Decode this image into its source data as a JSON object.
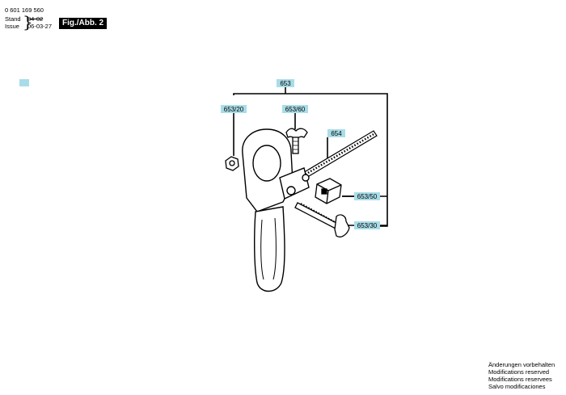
{
  "header": {
    "doc_number": "0 601 169 560",
    "stand_label": "Stand",
    "issue_label": "Issue",
    "stand_date": "04-02",
    "issue_date": "06-03-27",
    "figure_label": "Fig./Abb. 2"
  },
  "labels": {
    "p653": "653",
    "p653_20": "653/20",
    "p653_60": "653/60",
    "p654": "654",
    "p653_50": "653/50",
    "p653_30": "653/30"
  },
  "footer": {
    "lines": [
      "Änderungen vorbehalten",
      "Modifications reserved",
      "Modifications reservees",
      "Salvo modificaciones"
    ]
  },
  "colors": {
    "label_fill": "#a8dde8",
    "figure_box": "#000000"
  }
}
